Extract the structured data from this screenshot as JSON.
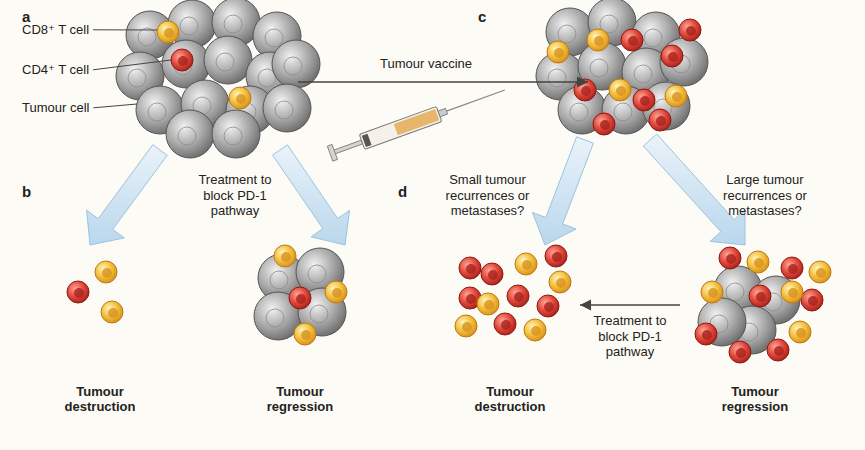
{
  "diagram": {
    "nodes": [
      {
        "text": [
          "Tumour destruction"
        ]
      },
      {
        "text": [
          "Tumour regression"
        ]
      },
      {
        "text": [
          "Tumour destruction"
        ]
      },
      {
        "text": [
          "Tumour regression"
        ]
      }
    ],
    "edges": [
      {
        "from": 3,
        "to": 2,
        "arrow": "to",
        "label": "Treatment to block PD-1 pathway"
      }
    ],
    "labels": [
      "a",
      "CD8⁺ T cell",
      "CD4⁺ T cell",
      "Tumour cell",
      "b",
      "Treatment to block PD-1 pathway",
      "c",
      "Tumour vaccine",
      "d",
      "Small tumour recurrences or metastases?",
      "Large tumour recurrences or metastases?"
    ]
  }
}
